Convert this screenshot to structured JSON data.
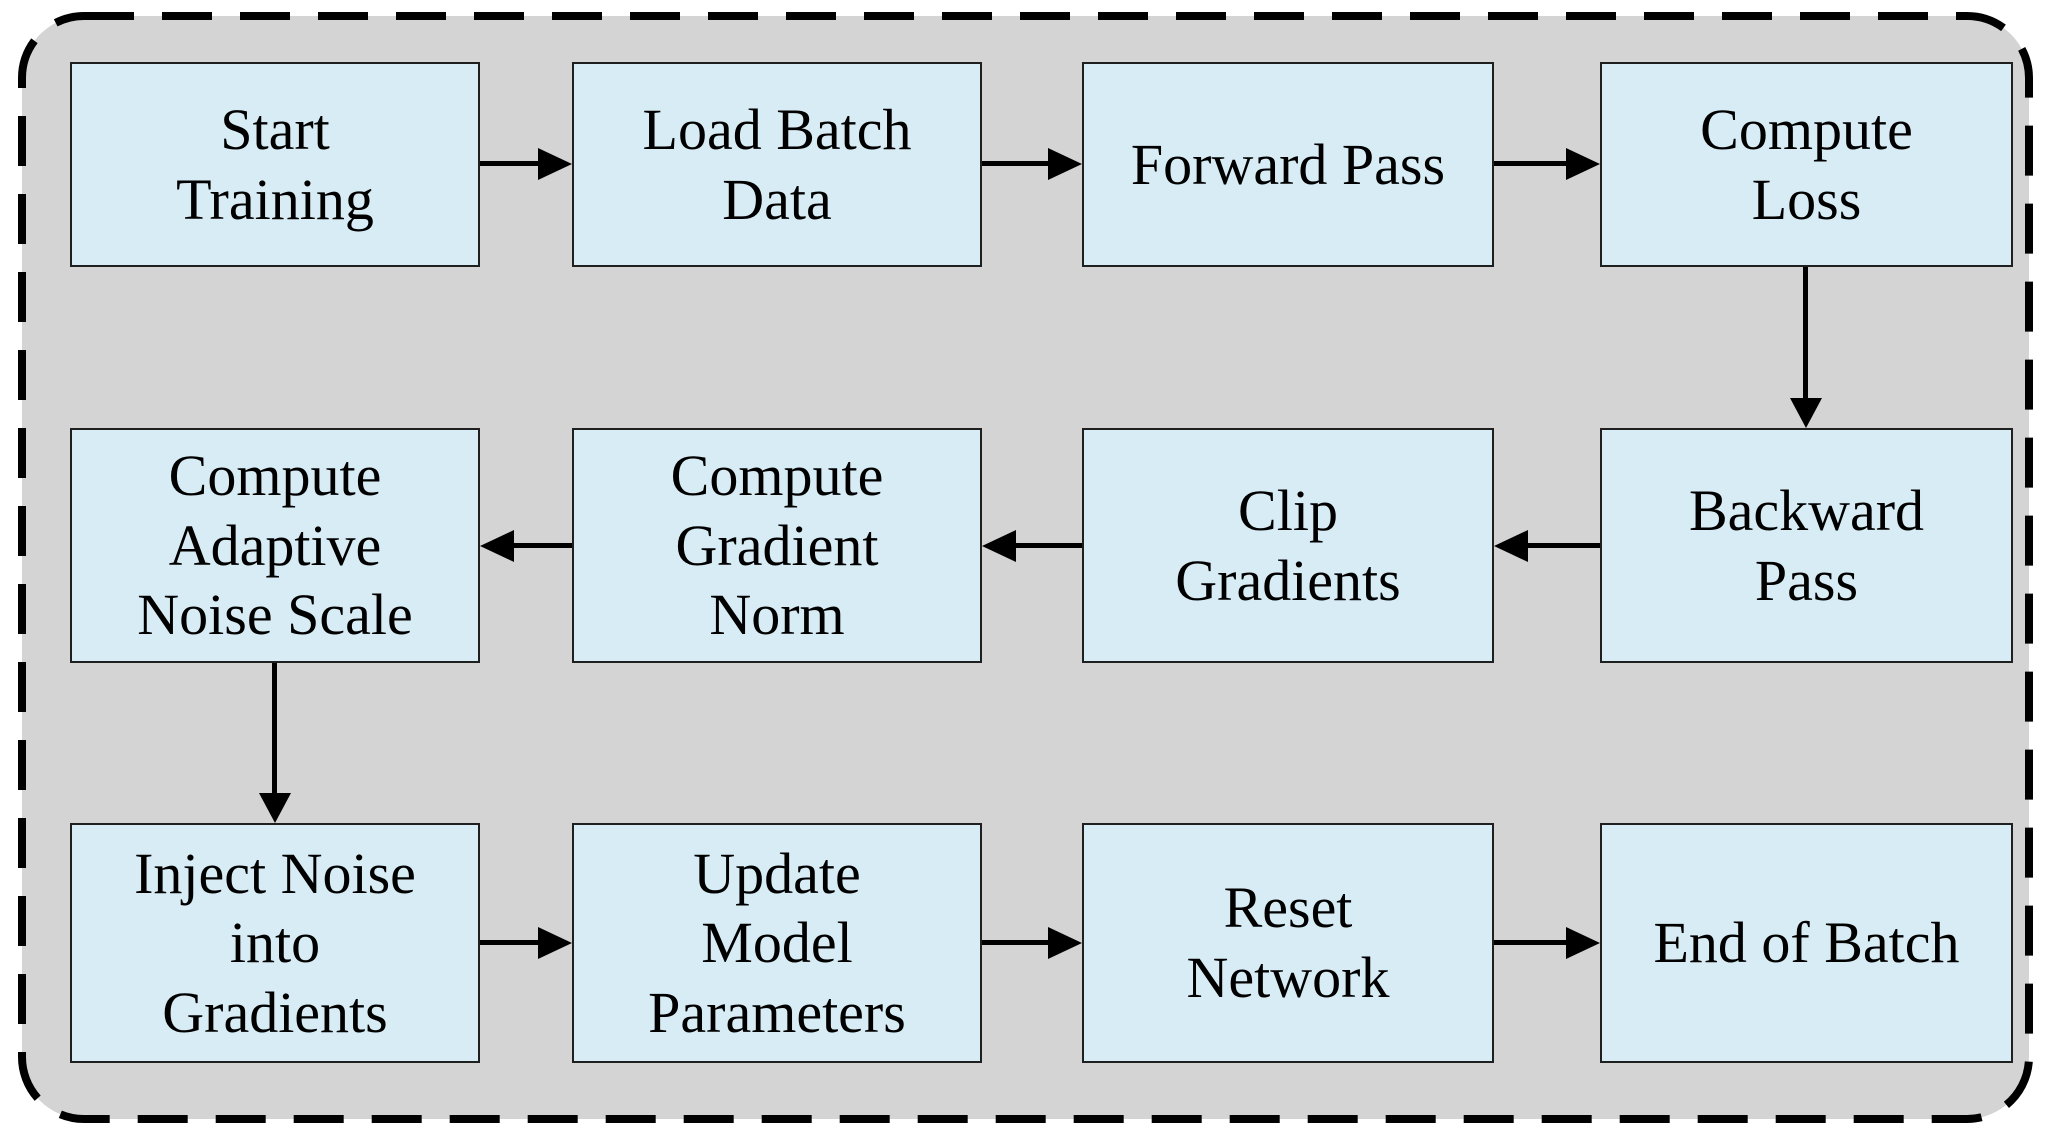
{
  "diagram": {
    "type": "flowchart",
    "colors": {
      "background": "#d4d4d4",
      "node_fill": "#d7ecf4",
      "node_border": "#1f1f1f",
      "arrow": "#000000",
      "frame_border": "#000000",
      "page_background": "#ffffff"
    },
    "nodes": [
      {
        "id": "start-training",
        "label": "Start\nTraining"
      },
      {
        "id": "load-batch-data",
        "label": "Load Batch\nData"
      },
      {
        "id": "forward-pass",
        "label": "Forward Pass"
      },
      {
        "id": "compute-loss",
        "label": "Compute\nLoss"
      },
      {
        "id": "backward-pass",
        "label": "Backward\nPass"
      },
      {
        "id": "clip-gradients",
        "label": "Clip\nGradients"
      },
      {
        "id": "compute-gradient-norm",
        "label": "Compute\nGradient\nNorm"
      },
      {
        "id": "compute-adaptive-noise-scale",
        "label": "Compute\nAdaptive\nNoise Scale"
      },
      {
        "id": "inject-noise-into-gradients",
        "label": "Inject Noise\ninto\nGradients"
      },
      {
        "id": "update-model-parameters",
        "label": "Update\nModel\nParameters"
      },
      {
        "id": "reset-network",
        "label": "Reset\nNetwork"
      },
      {
        "id": "end-of-batch",
        "label": "End of Batch"
      }
    ],
    "edges": [
      {
        "from": "start-training",
        "to": "load-batch-data",
        "direction": "right"
      },
      {
        "from": "load-batch-data",
        "to": "forward-pass",
        "direction": "right"
      },
      {
        "from": "forward-pass",
        "to": "compute-loss",
        "direction": "right"
      },
      {
        "from": "compute-loss",
        "to": "backward-pass",
        "direction": "down"
      },
      {
        "from": "backward-pass",
        "to": "clip-gradients",
        "direction": "left"
      },
      {
        "from": "clip-gradients",
        "to": "compute-gradient-norm",
        "direction": "left"
      },
      {
        "from": "compute-gradient-norm",
        "to": "compute-adaptive-noise-scale",
        "direction": "left"
      },
      {
        "from": "compute-adaptive-noise-scale",
        "to": "inject-noise-into-gradients",
        "direction": "down"
      },
      {
        "from": "inject-noise-into-gradients",
        "to": "update-model-parameters",
        "direction": "right"
      },
      {
        "from": "update-model-parameters",
        "to": "reset-network",
        "direction": "right"
      },
      {
        "from": "reset-network",
        "to": "end-of-batch",
        "direction": "right"
      }
    ]
  }
}
